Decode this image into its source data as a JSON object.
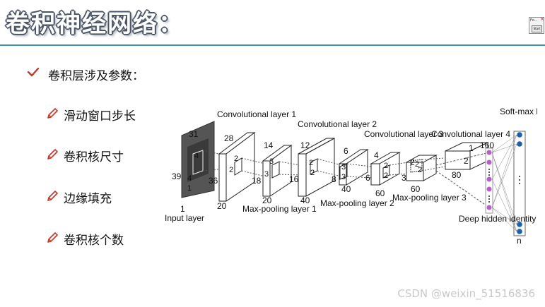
{
  "slide": {
    "title": "卷积神经网络：",
    "bullet_main": "卷积层涉及参数：",
    "sub_bullets": [
      "滑动窗口步长",
      "卷积核尺寸",
      "边缘填充",
      "卷积核个数"
    ],
    "watermark": "CSDN @weixin_51516836"
  },
  "thumbnail": {
    "title": "Fo...",
    "button": "Start",
    "close": "×"
  },
  "icons": {
    "check": "check-icon",
    "pencil": "pencil-icon"
  },
  "colors": {
    "accent_line": "#3a95a4",
    "icon_red": "#c0392b",
    "node_blue": "#1d5fa8",
    "node_purple": "#b45ed0"
  },
  "diagram": {
    "input": {
      "label": "Input layer",
      "dims": [
        "31",
        "39",
        "1"
      ],
      "filter": [
        "4",
        "4",
        "1"
      ]
    },
    "conv1": {
      "label": "Convolutional layer 1",
      "dims": [
        "28",
        "36",
        "20"
      ],
      "filter": [
        "2",
        "2"
      ]
    },
    "pool1": {
      "label": "Max-pooling layer 1",
      "dims": [
        "14",
        "18",
        "20"
      ],
      "filter": [
        "3",
        "3"
      ]
    },
    "conv2": {
      "label": "Convolutional layer 2",
      "dims": [
        "12",
        "16",
        "40"
      ],
      "filter": [
        "2",
        "2"
      ]
    },
    "pool2": {
      "label": "Max-pooling layer 2",
      "dims": [
        "6",
        "8",
        "40"
      ],
      "filter": [
        "3",
        "3"
      ]
    },
    "conv3": {
      "label": "Convolutional layer 3",
      "dims": [
        "4",
        "6",
        "60"
      ],
      "filter": [
        "2",
        "2"
      ]
    },
    "pool3": {
      "label": "Max-pooling layer 3",
      "dims": [
        "2",
        "3",
        "60"
      ],
      "filter": [
        "2",
        "2"
      ]
    },
    "conv4": {
      "label": "Convolutional layer 4",
      "dims": [
        "1",
        "2",
        "80"
      ]
    },
    "deepid": {
      "label": "Deep hidden identity features (DeepID)",
      "dim": "160"
    },
    "softmax": {
      "label": "Soft-max layer",
      "dim": "n"
    }
  }
}
